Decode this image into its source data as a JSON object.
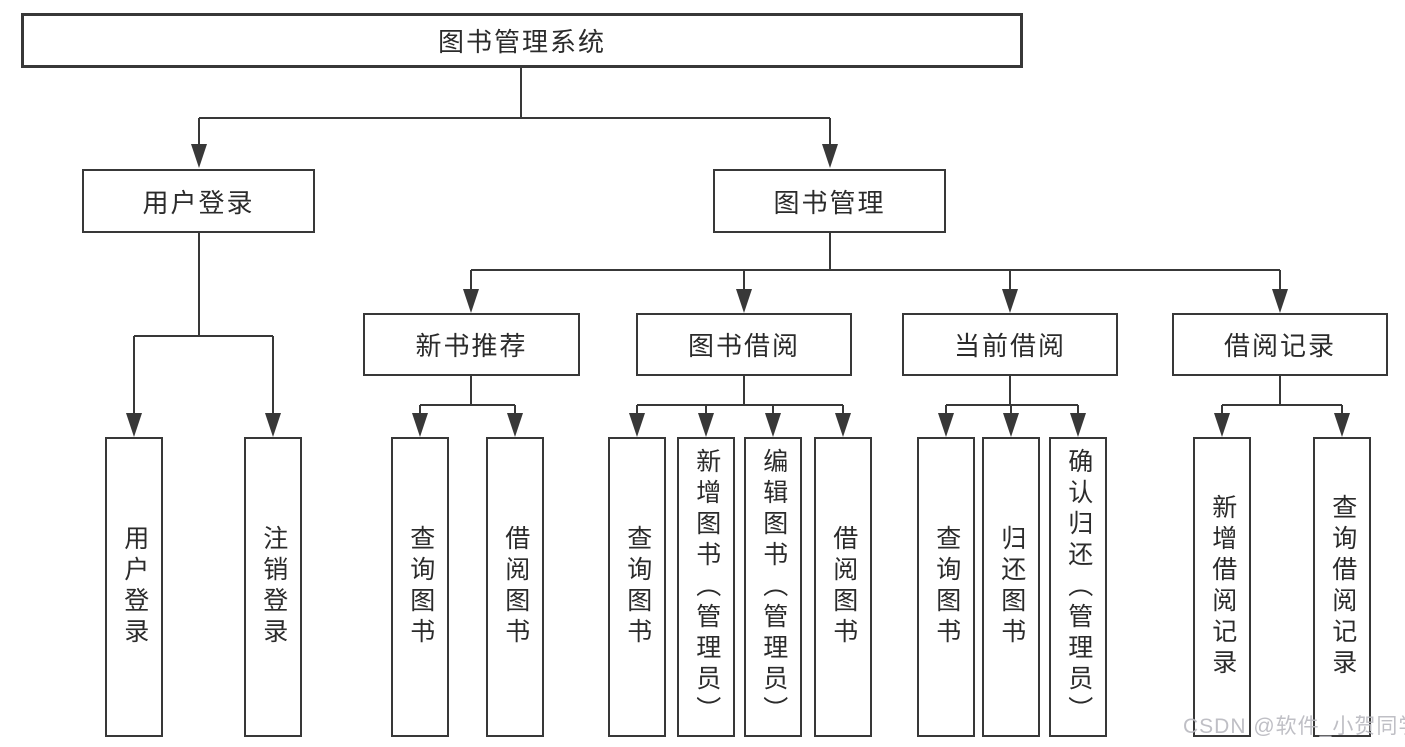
{
  "colors": {
    "line": "#383838",
    "box_border": "#383838",
    "text": "#2b2b2b",
    "watermark": "#bababd",
    "background": "#ffffff"
  },
  "watermark": "CSDN @软件_小贺同学",
  "tree": {
    "label": "图书管理系统",
    "children": [
      {
        "label": "用户登录",
        "children": [
          {
            "label": "用户登录"
          },
          {
            "label": "注销登录"
          }
        ]
      },
      {
        "label": "图书管理",
        "children": [
          {
            "label": "新书推荐",
            "children": [
              {
                "label": "查询图书"
              },
              {
                "label": "借阅图书"
              }
            ]
          },
          {
            "label": "图书借阅",
            "children": [
              {
                "label": "查询图书"
              },
              {
                "label": "新增图书（管理员）"
              },
              {
                "label": "编辑图书（管理员）"
              },
              {
                "label": "借阅图书"
              }
            ]
          },
          {
            "label": "当前借阅",
            "children": [
              {
                "label": "查询图书"
              },
              {
                "label": "归还图书"
              },
              {
                "label": "确认归还（管理员）"
              }
            ]
          },
          {
            "label": "借阅记录",
            "children": [
              {
                "label": "新增借阅记录"
              },
              {
                "label": "查询借阅记录"
              }
            ]
          }
        ]
      }
    ]
  }
}
